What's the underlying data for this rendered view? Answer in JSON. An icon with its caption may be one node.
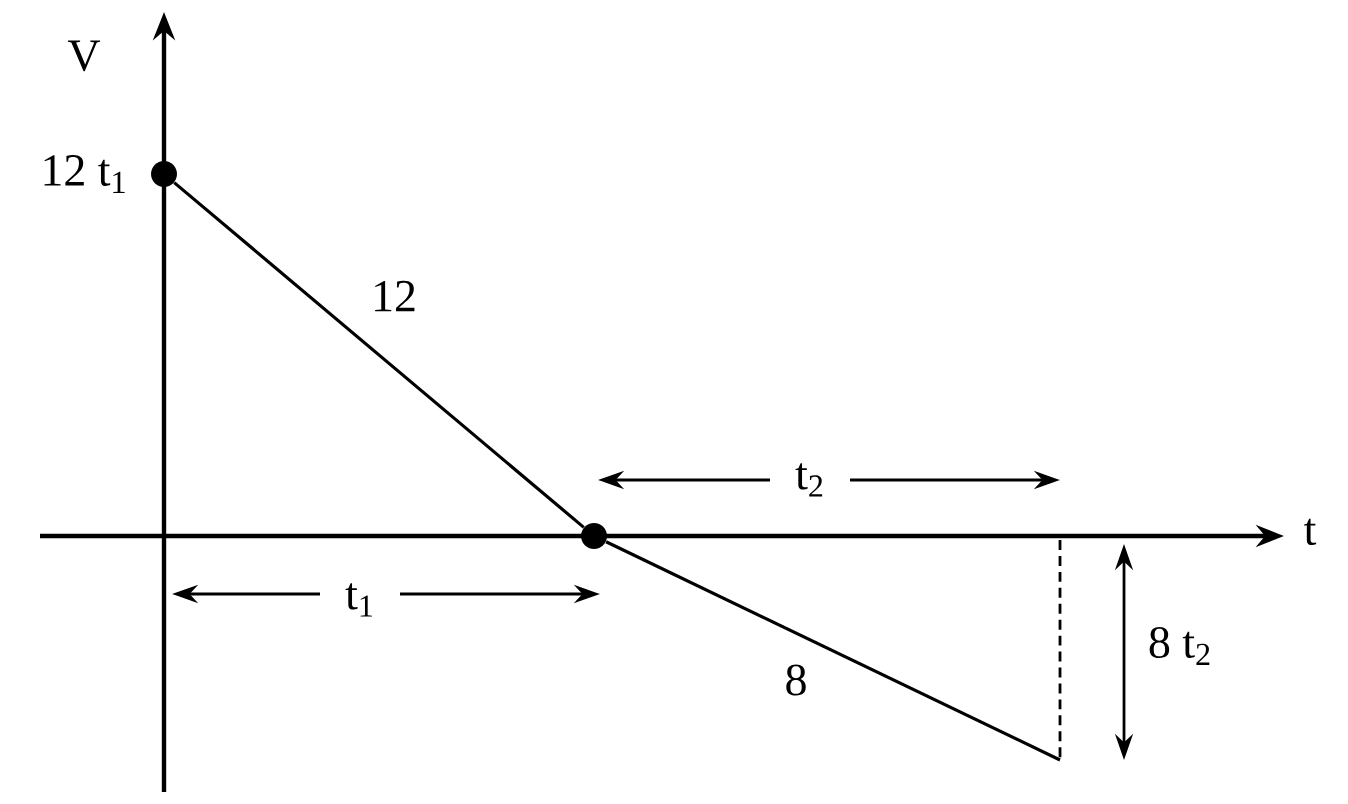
{
  "diagram": {
    "nodes": [
      {
        "text": [],
        "shape": "circle",
        "beside": [
          "12 t$_{1}$"
        ]
      },
      {
        "text": [],
        "shape": "circle"
      }
    ],
    "edges": [
      {
        "from": 0,
        "to": 1,
        "arrow": "none",
        "label": "12"
      },
      {
        "from": 1,
        "to": null,
        "arrow": "none",
        "label": "8"
      }
    ],
    "labels": [
      "V",
      "t",
      "t$_{2}$",
      "t$_{1}$",
      "8 t$_{2}$"
    ]
  }
}
